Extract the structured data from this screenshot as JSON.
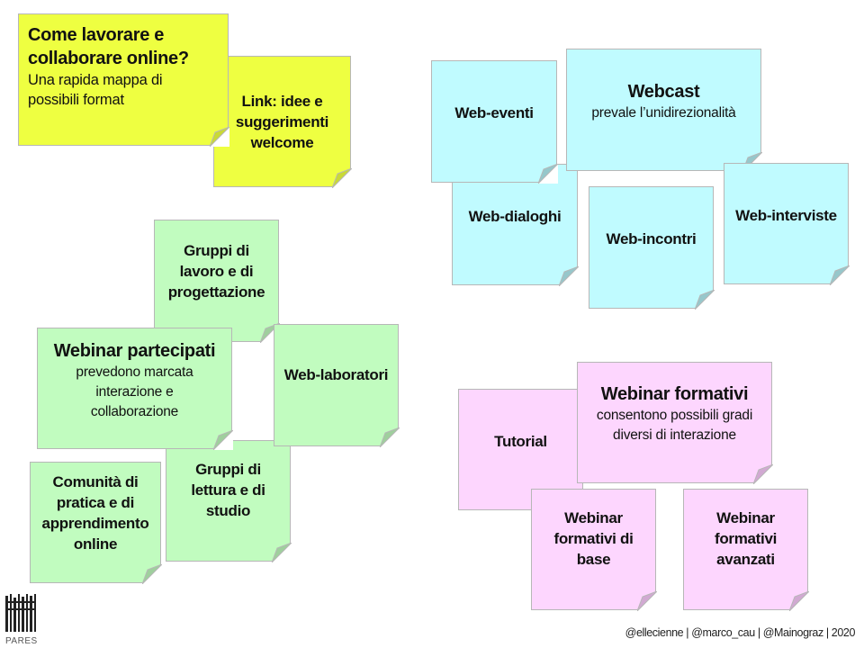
{
  "title_note": {
    "title": "Come lavorare e collaborare online?",
    "subtitle": "Una rapida mappa di possibili format"
  },
  "link_note": {
    "title": "Link: idee e suggerimenti welcome"
  },
  "web_group": {
    "color": "#c0fbff",
    "notes": [
      {
        "title": "Web-eventi"
      },
      {
        "title": "Webcast",
        "subtitle": "prevale l’unidirezionalità"
      },
      {
        "title": "Web-dialoghi"
      },
      {
        "title": "Web-incontri"
      },
      {
        "title": "Web-interviste"
      }
    ]
  },
  "partecipati_group": {
    "color": "#c1fcbf",
    "notes": [
      {
        "title": "Gruppi di lavoro e di progettazione"
      },
      {
        "title": "Webinar partecipati",
        "subtitle": "prevedono marcata interazione e collaborazione"
      },
      {
        "title": "Web-laboratori"
      },
      {
        "title": "Gruppi di lettura e di studio"
      },
      {
        "title": "Comunità di pratica e di apprendimento online"
      }
    ]
  },
  "formativi_group": {
    "color": "#fdd6fe",
    "notes": [
      {
        "title": "Webinar formativi",
        "subtitle": "consentono possibili gradi diversi di interazione"
      },
      {
        "title": "Tutorial"
      },
      {
        "title": "Webinar formativi di base"
      },
      {
        "title": "Webinar formativi avanzati"
      }
    ]
  },
  "yellow_color": "#eeff41",
  "logo_label": "PARES",
  "footer": "@ellecienne | @marco_cau | @Mainograz | 2020"
}
